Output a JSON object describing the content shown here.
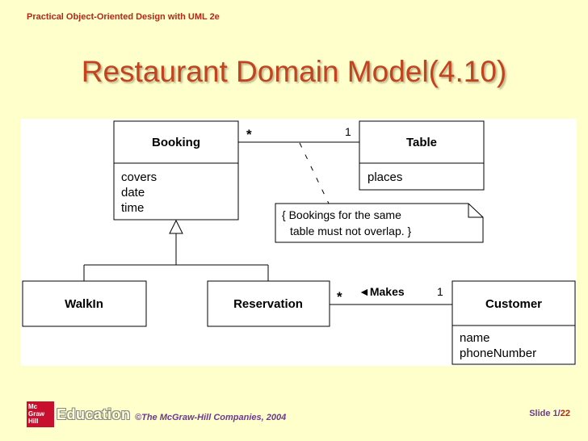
{
  "header": {
    "book_title": "Practical Object-Oriented Design with UML 2e"
  },
  "slide": {
    "title": "Restaurant Domain Model(4.10)"
  },
  "diagram": {
    "classes": {
      "booking": {
        "name": "Booking",
        "attributes": [
          "covers",
          "date",
          "time"
        ]
      },
      "table": {
        "name": "Table",
        "attributes": [
          "places"
        ]
      },
      "walkin": {
        "name": "WalkIn"
      },
      "reservation": {
        "name": "Reservation"
      },
      "customer": {
        "name": "Customer",
        "attributes": [
          "name",
          "phoneNumber"
        ]
      }
    },
    "associations": {
      "booking_table": {
        "booking_multiplicity": "*",
        "table_multiplicity": "1"
      },
      "reservation_customer": {
        "label": "◄Makes",
        "reservation_multiplicity": "*",
        "customer_multiplicity": "1"
      }
    },
    "note": {
      "line1": "{ Bookings for the same",
      "line2": "table must not overlap. }"
    }
  },
  "footer": {
    "logo": {
      "brand_line1": "Mc",
      "brand_line2": "Graw",
      "brand_line3": "Hill",
      "wordmark": "Education"
    },
    "copyright": "©The McGraw-Hill Companies, 2004",
    "slide_label": "Slide 1/",
    "slide_total": "22"
  }
}
